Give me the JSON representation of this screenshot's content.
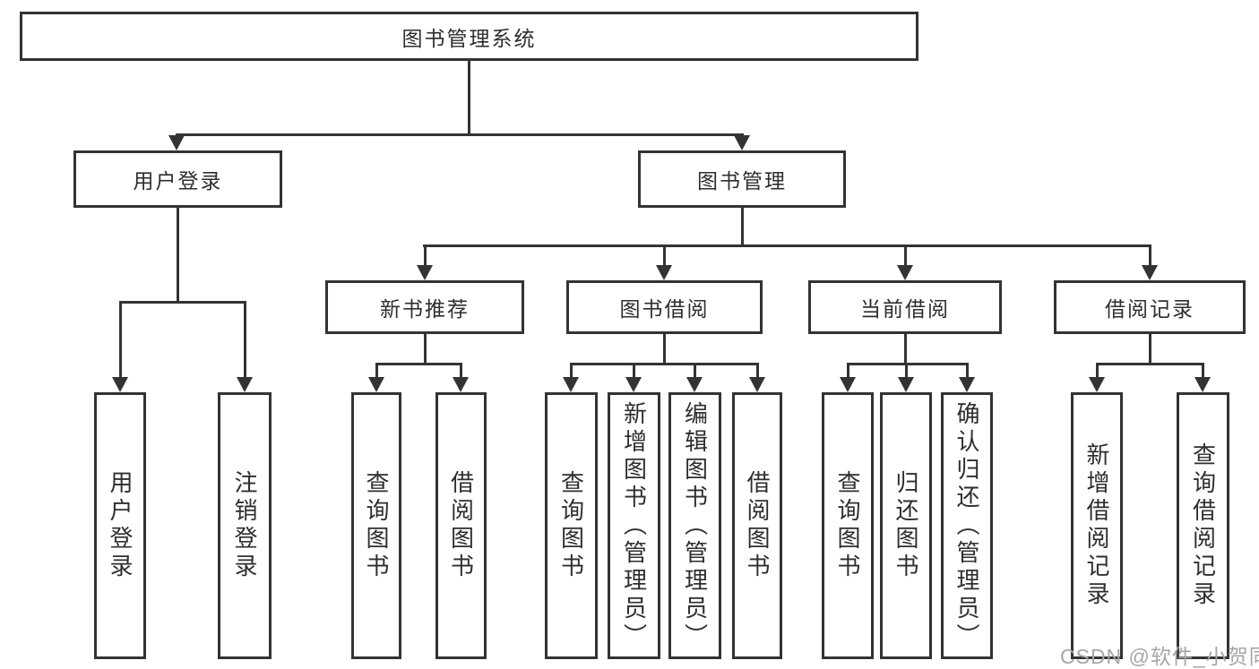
{
  "nodes": {
    "root": "图书管理系统",
    "user_login": "用户登录",
    "book_mgmt": "图书管理",
    "new_book_rec": "新书推荐",
    "book_borrow": "图书借阅",
    "current_borrow": "当前借阅",
    "borrow_records": "借阅记录",
    "leaf_user_login": "用户登录",
    "leaf_logout": "注销登录",
    "leaf_query_book_a": "查询图书",
    "leaf_borrow_book_a": "借阅图书",
    "leaf_query_book_b": "查询图书",
    "leaf_add_book_admin": "新增图书（管理员）",
    "leaf_edit_book_admin": "编辑图书（管理员）",
    "leaf_borrow_book_b": "借阅图书",
    "leaf_query_book_c": "查询图书",
    "leaf_return_book": "归还图书",
    "leaf_confirm_return_admin": "确认归还（管理员）",
    "leaf_add_borrow_record": "新增借阅记录",
    "leaf_query_borrow_record": "查询借阅记录"
  },
  "watermark": "CSDN @软件_小贺同学",
  "colors": {
    "line": "#333333",
    "text": "#2e2e2e",
    "background": "#ffffff",
    "watermark": "#a6a6a6"
  }
}
